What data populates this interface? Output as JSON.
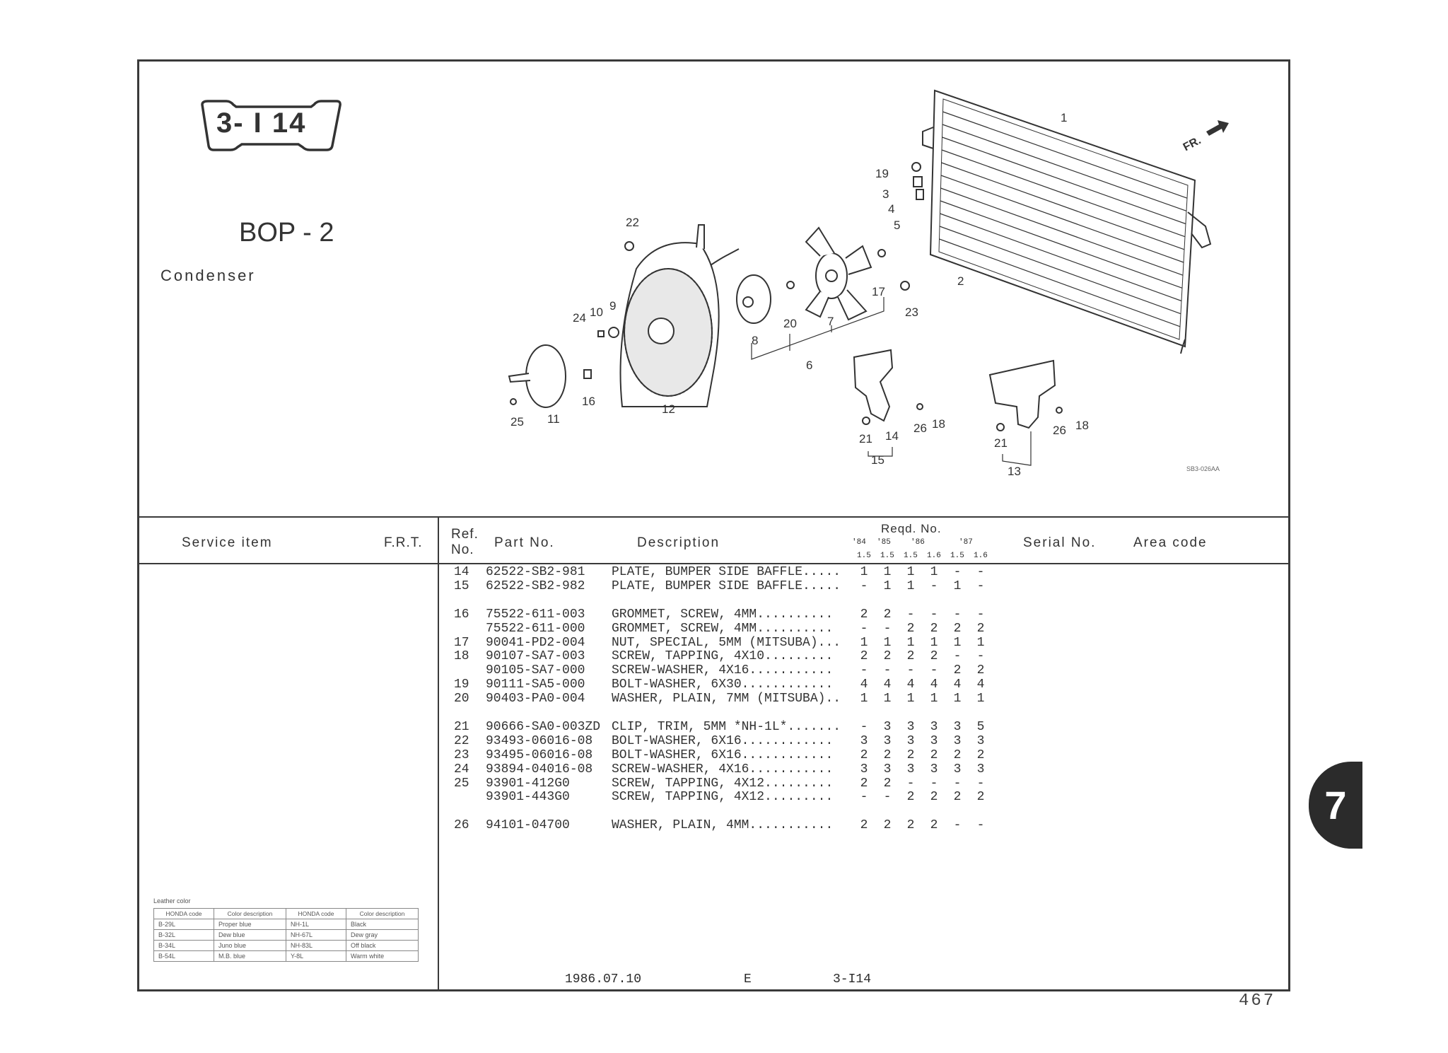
{
  "section_badge": "3- I 14",
  "group_title": "BOP - 2",
  "group_subtitle": "Condenser",
  "diagram": {
    "callouts": [
      "1",
      "19",
      "3",
      "4",
      "5",
      "2",
      "23",
      "22",
      "17",
      "7",
      "20",
      "8",
      "6",
      "9",
      "10",
      "24",
      "11",
      "25",
      "16",
      "12",
      "21",
      "14",
      "26",
      "18",
      "15",
      "21",
      "26",
      "18",
      "13"
    ],
    "front_label": "FR.",
    "drawing_code": "SB3-026AA"
  },
  "table_header": {
    "service_item": "Service   item",
    "frt": "F.R.T.",
    "ref_no_1": "Ref.",
    "ref_no_2": "No.",
    "part_no": "Part No.",
    "description": "Description",
    "reqd_no": "Reqd. No.",
    "years": [
      "'84",
      "'85",
      "'86",
      "'87"
    ],
    "variants": [
      "1.5",
      "1.5",
      "1.5",
      "1.6",
      "1.5",
      "1.6"
    ],
    "serial_no": "Serial No.",
    "area_code": "Area code"
  },
  "parts": [
    {
      "slot": 0,
      "ref": "14",
      "part_no": "62522-SB2-981",
      "description": "PLATE, BUMPER SIDE BAFFLE.....",
      "qty": [
        "1",
        "1",
        "1",
        "1",
        "-",
        "-"
      ]
    },
    {
      "slot": 1,
      "ref": "15",
      "part_no": "62522-SB2-982",
      "description": "PLATE, BUMPER SIDE BAFFLE.....",
      "qty": [
        "-",
        "1",
        "1",
        "-",
        "1",
        "-"
      ]
    },
    {
      "slot": 3,
      "ref": "16",
      "part_no": "75522-611-003",
      "description": "GROMMET, SCREW, 4MM..........",
      "qty": [
        "2",
        "2",
        "-",
        "-",
        "-",
        "-"
      ]
    },
    {
      "slot": 4,
      "ref": "",
      "part_no": "75522-611-000",
      "description": "GROMMET, SCREW, 4MM..........",
      "qty": [
        "-",
        "-",
        "2",
        "2",
        "2",
        "2"
      ]
    },
    {
      "slot": 5,
      "ref": "17",
      "part_no": "90041-PD2-004",
      "description": "NUT, SPECIAL, 5MM (MITSUBA)...",
      "qty": [
        "1",
        "1",
        "1",
        "1",
        "1",
        "1"
      ]
    },
    {
      "slot": 6,
      "ref": "18",
      "part_no": "90107-SA7-003",
      "description": "SCREW, TAPPING, 4X10.........",
      "qty": [
        "2",
        "2",
        "2",
        "2",
        "-",
        "-"
      ]
    },
    {
      "slot": 7,
      "ref": "",
      "part_no": "90105-SA7-000",
      "description": "SCREW-WASHER, 4X16...........",
      "qty": [
        "-",
        "-",
        "-",
        "-",
        "2",
        "2"
      ]
    },
    {
      "slot": 8,
      "ref": "19",
      "part_no": "90111-SA5-000",
      "description": "BOLT-WASHER, 6X30............",
      "qty": [
        "4",
        "4",
        "4",
        "4",
        "4",
        "4"
      ]
    },
    {
      "slot": 9,
      "ref": "20",
      "part_no": "90403-PA0-004",
      "description": "WASHER, PLAIN, 7MM (MITSUBA)..",
      "qty": [
        "1",
        "1",
        "1",
        "1",
        "1",
        "1"
      ]
    },
    {
      "slot": 11,
      "ref": "21",
      "part_no": "90666-SA0-003ZD",
      "description": "CLIP, TRIM, 5MM *NH-1L*.......",
      "qty": [
        "-",
        "3",
        "3",
        "3",
        "3",
        "5"
      ]
    },
    {
      "slot": 12,
      "ref": "22",
      "part_no": "93493-06016-08",
      "description": "BOLT-WASHER, 6X16............",
      "qty": [
        "3",
        "3",
        "3",
        "3",
        "3",
        "3"
      ]
    },
    {
      "slot": 13,
      "ref": "23",
      "part_no": "93495-06016-08",
      "description": "BOLT-WASHER, 6X16............",
      "qty": [
        "2",
        "2",
        "2",
        "2",
        "2",
        "2"
      ]
    },
    {
      "slot": 14,
      "ref": "24",
      "part_no": "93894-04016-08",
      "description": "SCREW-WASHER, 4X16...........",
      "qty": [
        "3",
        "3",
        "3",
        "3",
        "3",
        "3"
      ]
    },
    {
      "slot": 15,
      "ref": "25",
      "part_no": "93901-412G0",
      "description": "SCREW, TAPPING, 4X12.........",
      "qty": [
        "2",
        "2",
        "-",
        "-",
        "-",
        "-"
      ]
    },
    {
      "slot": 16,
      "ref": "",
      "part_no": "93901-443G0",
      "description": "SCREW, TAPPING, 4X12.........",
      "qty": [
        "-",
        "-",
        "2",
        "2",
        "2",
        "2"
      ]
    },
    {
      "slot": 18,
      "ref": "26",
      "part_no": "94101-04700",
      "description": "WASHER, PLAIN, 4MM...........",
      "qty": [
        "2",
        "2",
        "2",
        "2",
        "-",
        "-"
      ]
    }
  ],
  "leather_color": {
    "title": "Leather color",
    "headers": [
      "HONDA code",
      "Color description",
      "HONDA code",
      "Color description"
    ],
    "rows": [
      [
        "B-29L",
        "Proper blue",
        "NH-1L",
        "Black"
      ],
      [
        "B-32L",
        "Dew blue",
        "NH-67L",
        "Dew gray"
      ],
      [
        "B-34L",
        "Juno blue",
        "NH-83L",
        "Off black"
      ],
      [
        "B-54L",
        "M.B. blue",
        "Y-8L",
        "Warm white"
      ]
    ]
  },
  "footer": {
    "date": "1986.07.10",
    "lang": "E",
    "code": "3-I14"
  },
  "section_tab": "7",
  "page_number": "467"
}
